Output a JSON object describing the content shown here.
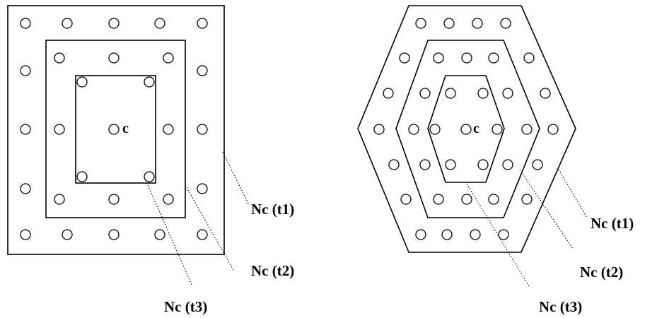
{
  "diagrams": [
    {
      "id": "rectangular",
      "center_label": "c",
      "rings": [
        {
          "label": "Nc (t1)"
        },
        {
          "label": "Nc (t2)"
        },
        {
          "label": "Nc (t3)"
        }
      ]
    },
    {
      "id": "hexagonal",
      "center_label": "c",
      "rings": [
        {
          "label": "Nc (t1)"
        },
        {
          "label": "Nc (t2)"
        },
        {
          "label": "Nc (t3)"
        }
      ]
    }
  ]
}
